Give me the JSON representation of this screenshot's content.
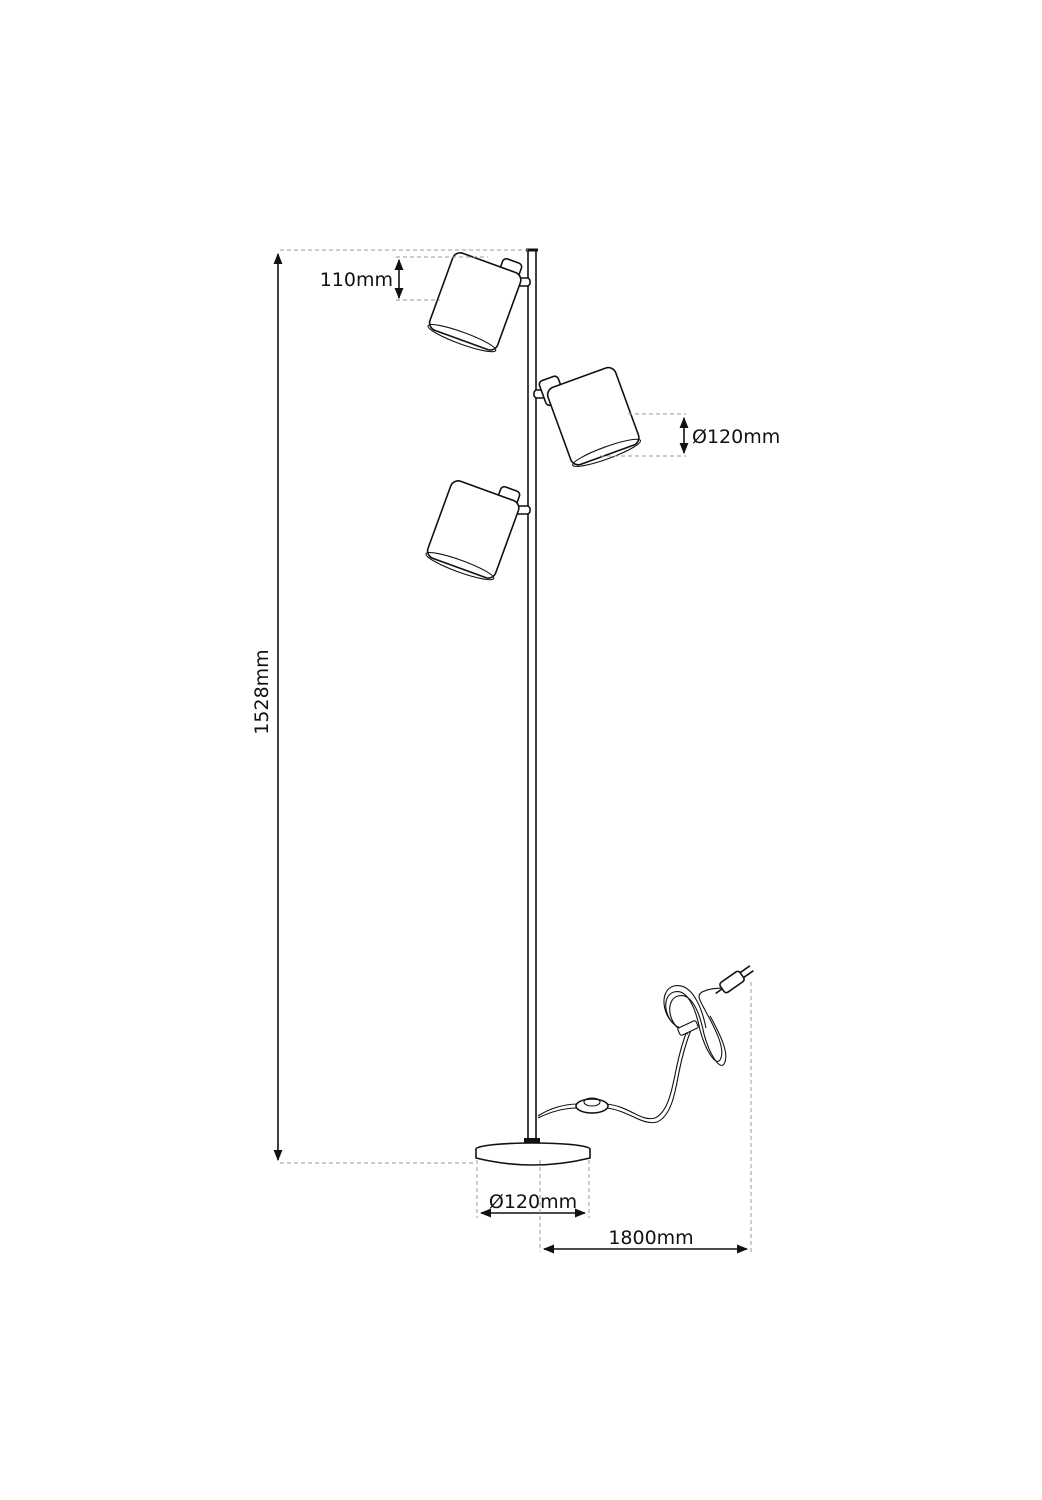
{
  "dimensions": {
    "total_height": "1528mm",
    "shade_height": "110mm",
    "shade_diameter": "Ø120mm",
    "base_diameter": "Ø120mm",
    "cable_length": "1800mm"
  },
  "colors": {
    "line": "#111111",
    "dashed_guide": "#9a9a9a",
    "background": "#ffffff"
  }
}
